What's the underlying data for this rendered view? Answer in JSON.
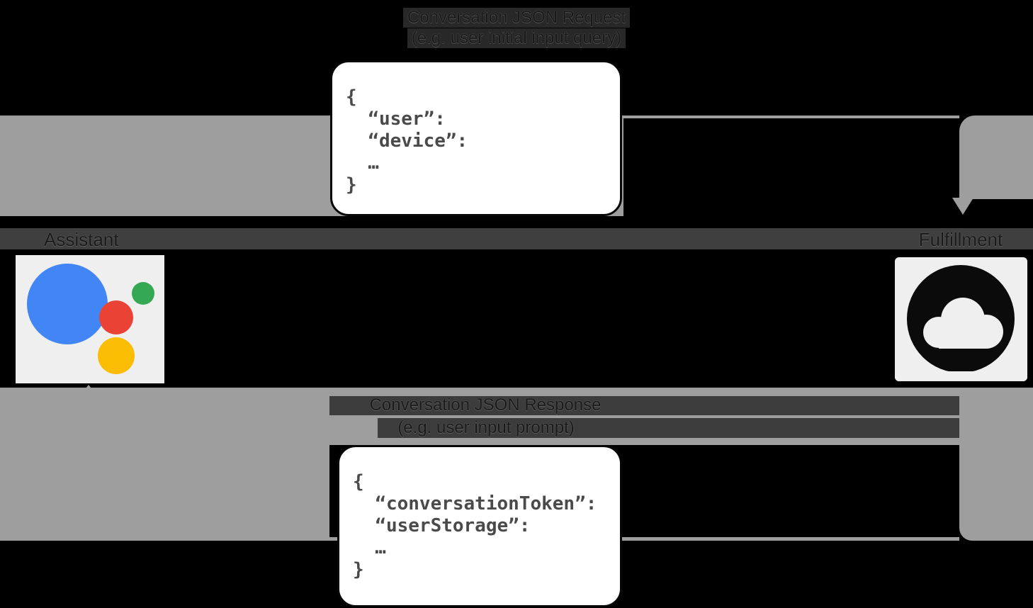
{
  "diagram": {
    "request": {
      "title": "Conversation JSON Request",
      "subtitle": "(e.g. user initial input query)",
      "code": [
        "{",
        "  “user”:",
        "  “device”:",
        "  …",
        "}"
      ]
    },
    "response": {
      "title": "Conversation JSON Response",
      "subtitle": "(e.g. user input prompt)",
      "code": [
        "{",
        "  “conversationToken”:",
        "  “userStorage”:",
        "  …",
        "}"
      ]
    },
    "nodes": {
      "assistant_label": "Assistant",
      "fulfillment_label": "Fulfillment"
    },
    "colors": {
      "arrow_gray": "#9e9e9e",
      "tile_gray": "#efefef",
      "band_dark": "#3c3c3c",
      "code_text": "#4a4a4a",
      "assistant_blue": "#4285f4",
      "assistant_red": "#ea4335",
      "assistant_green": "#34a853",
      "assistant_yellow": "#fbbc04",
      "cloud_icon_black": "#0b0b0b"
    }
  }
}
